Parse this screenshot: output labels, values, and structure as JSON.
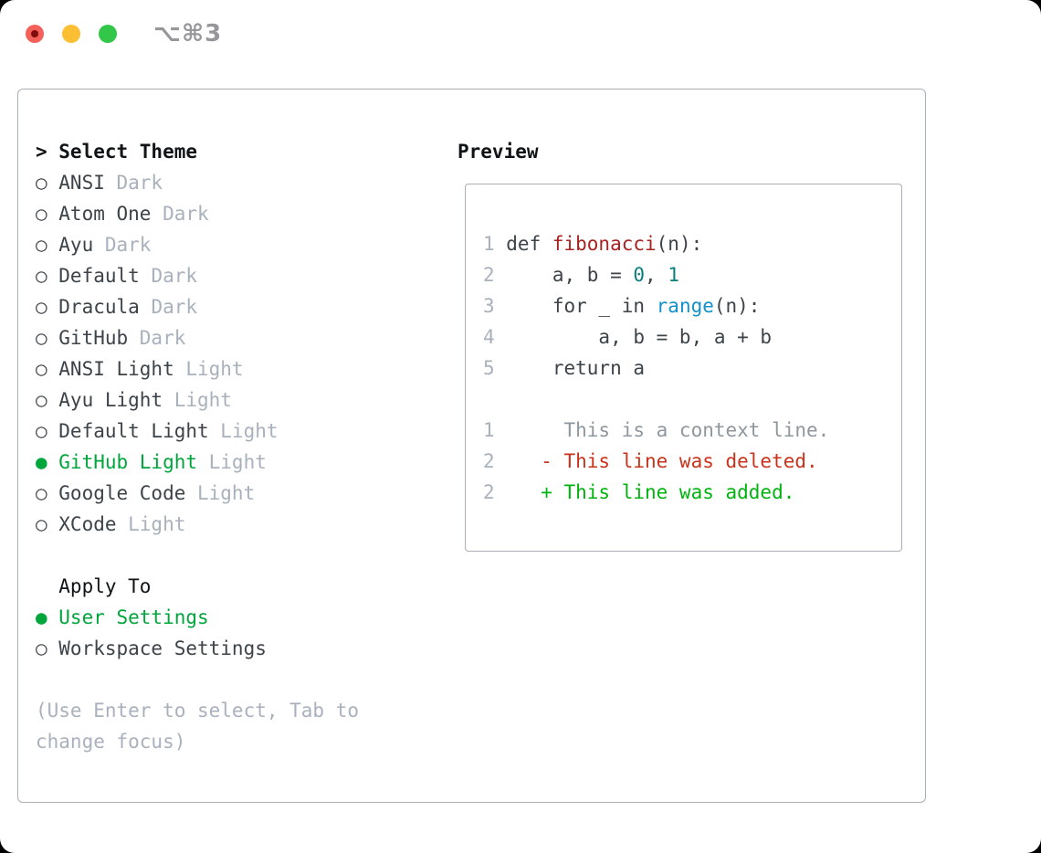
{
  "titlebar": {
    "title": "⌥⌘3"
  },
  "theme_picker": {
    "header_prompt": ">",
    "header": "Select Theme",
    "items": [
      {
        "name": "ANSI",
        "variant": "Dark",
        "selected": false
      },
      {
        "name": "Atom One",
        "variant": "Dark",
        "selected": false
      },
      {
        "name": "Ayu",
        "variant": "Dark",
        "selected": false
      },
      {
        "name": "Default",
        "variant": "Dark",
        "selected": false
      },
      {
        "name": "Dracula",
        "variant": "Dark",
        "selected": false
      },
      {
        "name": "GitHub",
        "variant": "Dark",
        "selected": false
      },
      {
        "name": "ANSI Light",
        "variant": "Light",
        "selected": false
      },
      {
        "name": "Ayu Light",
        "variant": "Light",
        "selected": false
      },
      {
        "name": "Default Light",
        "variant": "Light",
        "selected": false
      },
      {
        "name": "GitHub Light",
        "variant": "Light",
        "selected": true
      },
      {
        "name": "Google Code",
        "variant": "Light",
        "selected": false
      },
      {
        "name": "XCode",
        "variant": "Light",
        "selected": false
      }
    ],
    "apply_to": {
      "header": "Apply To",
      "options": [
        {
          "label": "User Settings",
          "selected": true
        },
        {
          "label": "Workspace Settings",
          "selected": false
        }
      ]
    },
    "footer_lines": [
      "(Use Enter to select, Tab to",
      "change focus)"
    ]
  },
  "preview": {
    "header": "Preview",
    "code_lines": [
      {
        "num": "1",
        "segments": [
          {
            "t": "def ",
            "c": "plain"
          },
          {
            "t": "fibonacci",
            "c": "func"
          },
          {
            "t": "(n):",
            "c": "plain"
          }
        ]
      },
      {
        "num": "2",
        "segments": [
          {
            "t": "    a, b = ",
            "c": "plain"
          },
          {
            "t": "0",
            "c": "number"
          },
          {
            "t": ", ",
            "c": "plain"
          },
          {
            "t": "1",
            "c": "number"
          }
        ]
      },
      {
        "num": "3",
        "segments": [
          {
            "t": "    for _ in ",
            "c": "plain"
          },
          {
            "t": "range",
            "c": "builtin"
          },
          {
            "t": "(n):",
            "c": "plain"
          }
        ]
      },
      {
        "num": "4",
        "segments": [
          {
            "t": "        a, b = b, a + b",
            "c": "plain"
          }
        ]
      },
      {
        "num": "5",
        "segments": [
          {
            "t": "    return a",
            "c": "plain"
          }
        ]
      },
      {
        "num": "",
        "segments": []
      },
      {
        "num": "1",
        "segments": [
          {
            "t": "     This is a context line.",
            "c": "context"
          }
        ]
      },
      {
        "num": "2",
        "segments": [
          {
            "t": "   - This line was deleted.",
            "c": "deleted"
          }
        ]
      },
      {
        "num": "2",
        "segments": [
          {
            "t": "   + This line was added.",
            "c": "added"
          }
        ]
      }
    ]
  },
  "markers": {
    "unselected": "○",
    "selected": "●"
  },
  "colors": {
    "traffic_red": "#f4605a",
    "traffic_red_dot": "#7e0d0b",
    "traffic_yellow": "#fcbf34",
    "traffic_green": "#33c749",
    "title_gray": "#96969b",
    "border": "#a8b0bb",
    "heading": "#101417",
    "text": "#3c4349",
    "marker_gray": "#41474d",
    "muted": "#a8b1bc",
    "context_gray": "#8f979e",
    "select_green": "#00a53c",
    "diff_red": "#c9331c",
    "diff_green": "#00b30f",
    "func_red": "#a82222",
    "builtin_blue": "#1490cc",
    "number_teal": "#0b7e7e"
  }
}
